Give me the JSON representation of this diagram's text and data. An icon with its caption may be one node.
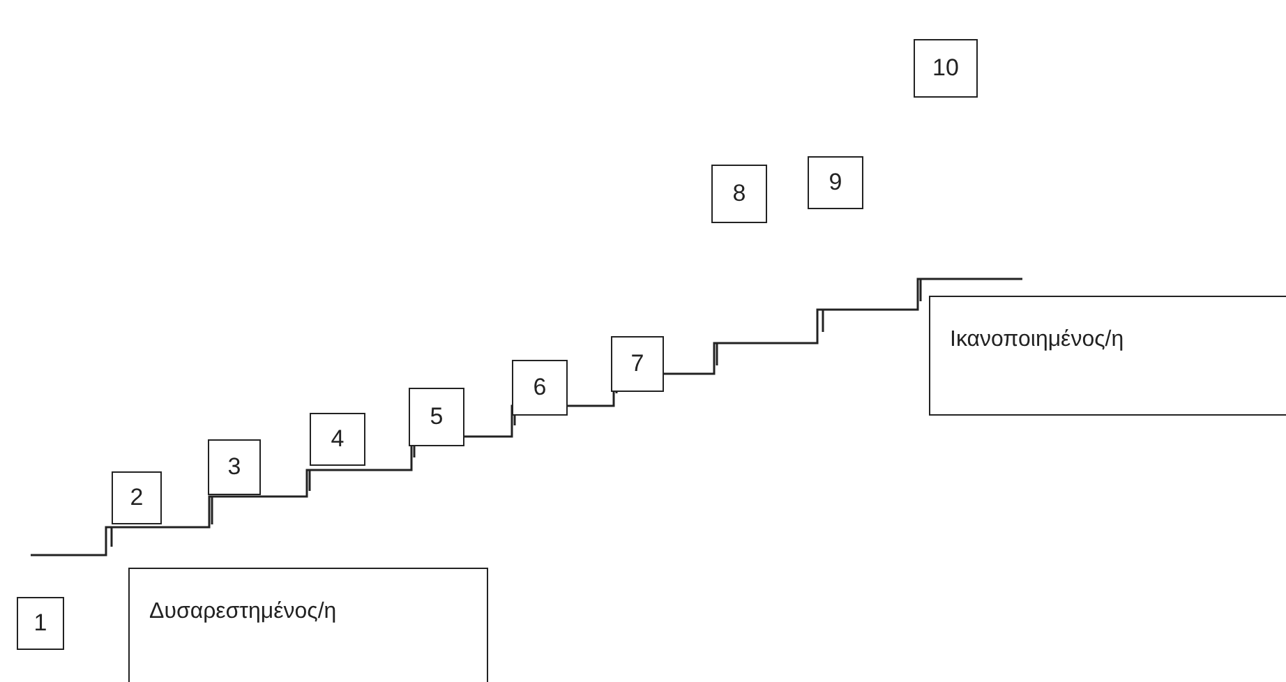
{
  "diagram": {
    "nodes": [
      {
        "text": [
          "1"
        ]
      },
      {
        "text": [
          "Δυσαρεστημένος/η"
        ]
      },
      {
        "text": [
          "2"
        ]
      },
      {
        "text": [
          "3"
        ]
      },
      {
        "text": [
          "4"
        ]
      },
      {
        "text": [
          "5"
        ]
      },
      {
        "text": [
          "6"
        ]
      },
      {
        "text": [
          "7"
        ]
      },
      {
        "text": [
          "8"
        ]
      },
      {
        "text": [
          "9"
        ]
      },
      {
        "text": [
          "10"
        ]
      },
      {
        "text": [
          "Ικανοποιημένος/η"
        ]
      }
    ]
  }
}
